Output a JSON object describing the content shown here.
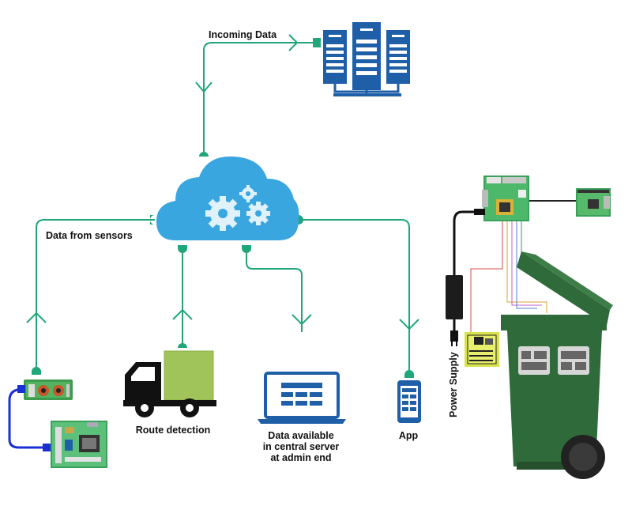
{
  "labels": {
    "incoming_data": "Incoming Data",
    "data_from_sensors": "Data from sensors",
    "route_detection": "Route detection",
    "central_server_line1": "Data available",
    "central_server_line2": "in central server",
    "central_server_line3": "at admin end",
    "app": "App",
    "power_supply": "Power Supply"
  },
  "icons": [
    "server-rack-icon",
    "cloud-gear-icon",
    "truck-icon",
    "laptop-icon",
    "smartphone-icon",
    "sensor-board-icon",
    "microcontroller-board-icon",
    "wifi-module-icon",
    "raspberry-pi-icon",
    "power-adapter-icon",
    "driver-board-icon",
    "garbage-bin-icon"
  ],
  "colors": {
    "connector": "#1fa67a",
    "server_blue": "#1f5fa8",
    "cloud_blue": "#3aa6e0",
    "bin_green": "#2f6b3a",
    "truck_cargo": "#a1c45a"
  }
}
